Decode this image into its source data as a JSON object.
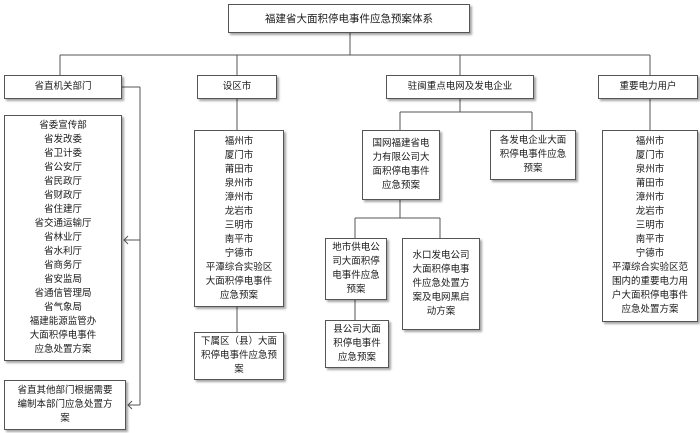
{
  "root": "福建省大面积停电事件应急预案体系",
  "categories": {
    "provincial": "省直机关部门",
    "cities": "设区市",
    "grid": "驻闽重点电网及发电企业",
    "users": "重要电力用户"
  },
  "provincial_depts": {
    "lines": [
      "省委宣传部",
      "省发改委",
      "省卫计委",
      "省公安厅",
      "省民政厅",
      "省财政厅",
      "省住建厅",
      "省交通运输厅",
      "省林业厅",
      "省水利厅",
      "省商务厅",
      "省安监局",
      "省通信管理局",
      "省气象局",
      "福建能源监管办",
      "大面积停电事件",
      "应急处置方案"
    ]
  },
  "provincial_other": "省直其他部门根据需要编制本部门应急处置方案",
  "city_plans": {
    "lines": [
      "福州市",
      "厦门市",
      "莆田市",
      "泉州市",
      "漳州市",
      "龙岩市",
      "三明市",
      "南平市",
      "宁德市",
      "平潭综合实验区",
      "大面积停电事件",
      "应急预案"
    ]
  },
  "county_plan": "下属区（县）大面积停电事件应急预案",
  "state_grid": "国网福建省电力有限公司大面积停电事件应急预案",
  "power_gen": "各发电企业大面积停电事件应急预案",
  "local_supply": "地市供电公司大面积停电事件应急预案",
  "hydro": "水口发电公司大面积停电事件应急处置方案及电网黑启动方案",
  "county_company": "县公司大面积停电事件应急预案",
  "user_plans": {
    "lines": [
      "福州市",
      "厦门市",
      "泉州市",
      "莆田市",
      "漳州市",
      "龙岩市",
      "三明市",
      "南平市",
      "宁德市",
      "平潭综合实验区范",
      "围内的重要电力用",
      "户大面积停电事件",
      "应急处置方案"
    ]
  }
}
